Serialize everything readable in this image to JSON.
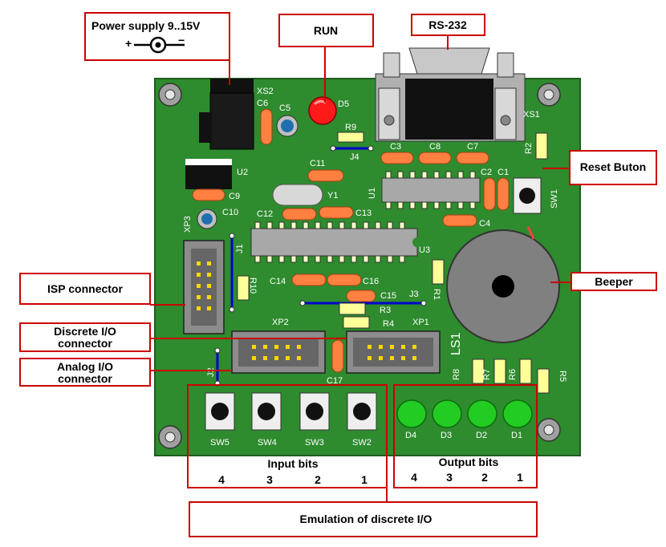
{
  "callouts": {
    "power_supply": "Power supply  9..15V",
    "power_plus": "+",
    "power_minus": "−",
    "run": "RUN",
    "rs232": "RS-232",
    "reset": "Reset Buton",
    "isp": "ISP connector",
    "beeper": "Beeper",
    "discrete_io_line1": "Discrete I/O",
    "discrete_io_line2": "connector",
    "analog_io_line1": "Analog I/O",
    "analog_io_line2": "connector",
    "input_bits": "Input bits",
    "input_bit_numbers": [
      "4",
      "3",
      "2",
      "1"
    ],
    "output_bits": "Output bits",
    "output_bit_numbers": [
      "4",
      "3",
      "2",
      "1"
    ],
    "emulation": "Emulation of discrete I/O"
  },
  "silkscreen": {
    "xs2": "XS2",
    "c6": "C6",
    "c5": "C5",
    "d5": "D5",
    "r9": "R9",
    "j4": "J4",
    "xs1": "XS1",
    "r2": "R2",
    "c3": "C3",
    "c8": "C8",
    "c7": "C7",
    "c2": "C2",
    "c1": "C1",
    "u1": "U1",
    "sw1": "SW1",
    "u2": "U2",
    "c11": "C11",
    "c9": "C9",
    "y1": "Y1",
    "xp3": "XP3",
    "c10": "C10",
    "c12": "C12",
    "c13": "C13",
    "c4": "C4",
    "j1": "J1",
    "u3": "U3",
    "r10": "R10",
    "c14": "C14",
    "c16": "C16",
    "c15": "C15",
    "j3": "J3",
    "r3": "R3",
    "r1": "R1",
    "r4": "R4",
    "xp2": "XP2",
    "xp1": "XP1",
    "ls1": "LS1",
    "j2": "J2",
    "c17": "C17",
    "r8": "R8",
    "r7": "R7",
    "r6": "R6",
    "r5": "R5",
    "sw5": "SW5",
    "sw4": "SW4",
    "sw3": "SW3",
    "sw2": "SW2",
    "d4": "D4",
    "d3": "D3",
    "d2": "D2",
    "d1": "D1"
  },
  "colors": {
    "board": "#2e8b2e",
    "callout_border": "#cc0000",
    "led_green": "#22cc22",
    "led_red": "#ff1a1a",
    "capacitor": "#ff8040"
  }
}
